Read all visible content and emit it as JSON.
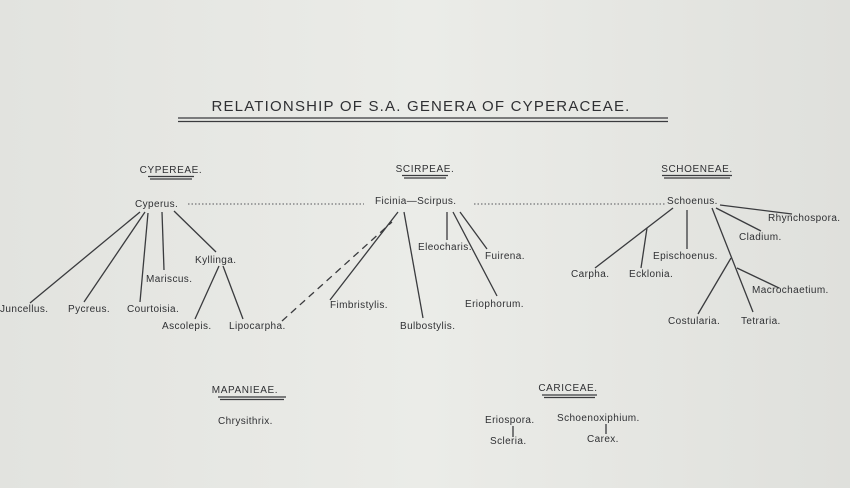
{
  "title": "RELATIONSHIP OF S.A. GENERA OF CYPERACEAE.",
  "tribes": {
    "cypereae": {
      "name": "CYPEREAE.",
      "genera": [
        "Cyperus.",
        "Kyllinga.",
        "Mariscus.",
        "Juncellus.",
        "Pycreus.",
        "Courtoisia.",
        "Ascolepis.",
        "Lipocarpha."
      ]
    },
    "scirpeae": {
      "name": "SCIRPEAE.",
      "genera": [
        "Ficinia—Scirpus.",
        "Fuirena.",
        "Eleocharis.",
        "Fimbristylis.",
        "Eriophorum.",
        "Bulbostylis."
      ]
    },
    "schoeneae": {
      "name": "SCHOENEAE.",
      "genera": [
        "Schoenus.",
        "Rhynchospora.",
        "Cladium.",
        "Epischoenus.",
        "Carpha.",
        "Ecklonia.",
        "Macrochaetium.",
        "Costularia.",
        "Tetraria."
      ]
    },
    "mapanieae": {
      "name": "MAPANIEAE.",
      "genera": [
        "Chrysithrix."
      ]
    },
    "cariceae": {
      "name": "CARICEAE.",
      "genera": [
        "Eriospora.",
        "Schoenoxiphium.",
        "Scleria.",
        "Carex."
      ]
    }
  }
}
